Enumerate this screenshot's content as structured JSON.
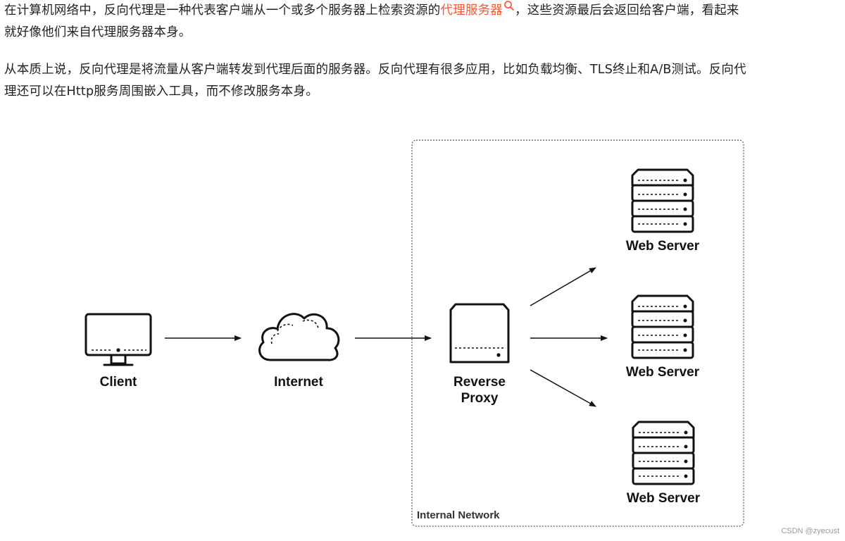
{
  "article": {
    "paragraph1": {
      "before_link": "在计算机网络中，反向代理是一种代表客户端从一个或多个服务器上检索资源的",
      "link_text": "代理服务器",
      "after_link": "，这些资源最后会返回给客户端，看起来",
      "line2": "就好像他们来自代理服务器本身。"
    },
    "paragraph2": {
      "line1": "从本质上说，反向代理是将流量从客户端转发到代理后面的服务器。反向代理有很多应用，比如负载均衡、TLS终止和A/B测试。反向代",
      "line2": "理还可以在Http服务周围嵌入工具，而不修改服务本身。"
    }
  },
  "diagram": {
    "client_label": "Client",
    "internet_label": "Internet",
    "proxy_label_line1": "Reverse",
    "proxy_label_line2": "Proxy",
    "server_labels": [
      "Web Server",
      "Web Server",
      "Web Server"
    ],
    "network_label": "Internal Network"
  },
  "watermark": "CSDN @zyecust",
  "colors": {
    "link": "#fc5531",
    "text": "#222222",
    "diagram_stroke": "#111111"
  }
}
